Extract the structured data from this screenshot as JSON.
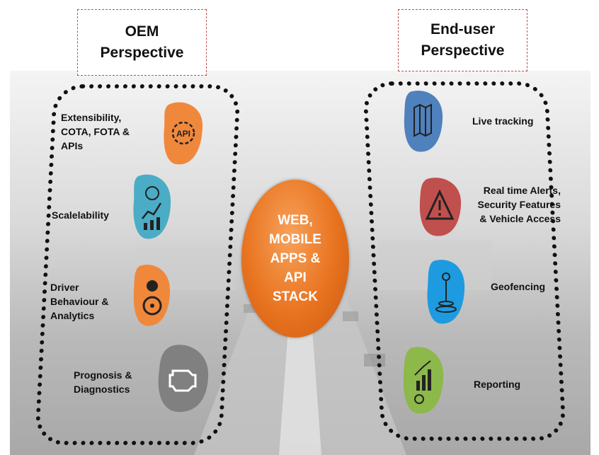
{
  "headers": {
    "left": "OEM\nPerspective",
    "right": "End-user\nPerspective"
  },
  "center": {
    "text": "WEB,\nMOBILE\nAPPS &\nAPI\nSTACK",
    "color": "#e8731f"
  },
  "left_items": [
    {
      "label": "Extensibility,\nCOTA, FOTA &\nAPIs",
      "icon": "api-gear-icon",
      "color": "#f0883c"
    },
    {
      "label": "Scalelability",
      "icon": "growth-chart-icon",
      "color": "#4bacc6"
    },
    {
      "label": "Driver\nBehaviour &\nAnalytics",
      "icon": "driver-icon",
      "color": "#f0883c"
    },
    {
      "label": "Prognosis &\nDiagnostics",
      "icon": "engine-check-icon",
      "color": "#808080"
    }
  ],
  "right_items": [
    {
      "label": "Live tracking",
      "icon": "map-icon",
      "color": "#4f81bd"
    },
    {
      "label": "Real time Alerts,\nSecurity Features\n& Vehicle Access",
      "icon": "warning-icon",
      "color": "#c0504d"
    },
    {
      "label": "Geofencing",
      "icon": "geofence-pin-icon",
      "color": "#1e9be0"
    },
    {
      "label": "Reporting",
      "icon": "report-chart-icon",
      "color": "#8db84a"
    }
  ]
}
